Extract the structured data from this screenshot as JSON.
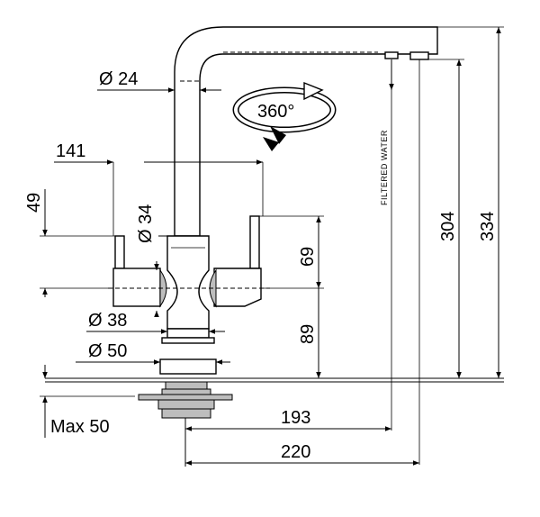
{
  "labels": {
    "spout_diameter": "Ø 24",
    "rotation": "360°",
    "lever_span": "141",
    "lever_height": "49",
    "body_diameter": "Ø 34",
    "lever_offset": "69",
    "lower_height": "89",
    "base_diameter_38": "Ø 38",
    "base_diameter_50": "Ø 50",
    "max_thickness": "Max 50",
    "filtered_water": "FILTERED WATER",
    "reach_193": "193",
    "reach_220": "220",
    "height_304": "304",
    "height_334": "334"
  }
}
